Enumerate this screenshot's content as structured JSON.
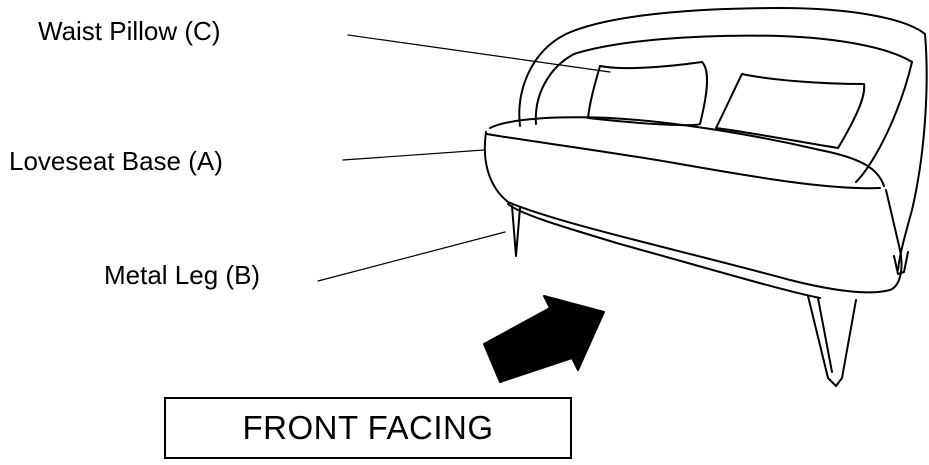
{
  "labels": {
    "waist_pillow": "Waist Pillow (C)",
    "loveseat_base": "Loveseat Base (A)",
    "metal_leg": "Metal Leg (B)"
  },
  "orientation_box": {
    "text": "FRONT FACING"
  },
  "colors": {
    "line": "#000000",
    "background": "#ffffff"
  }
}
